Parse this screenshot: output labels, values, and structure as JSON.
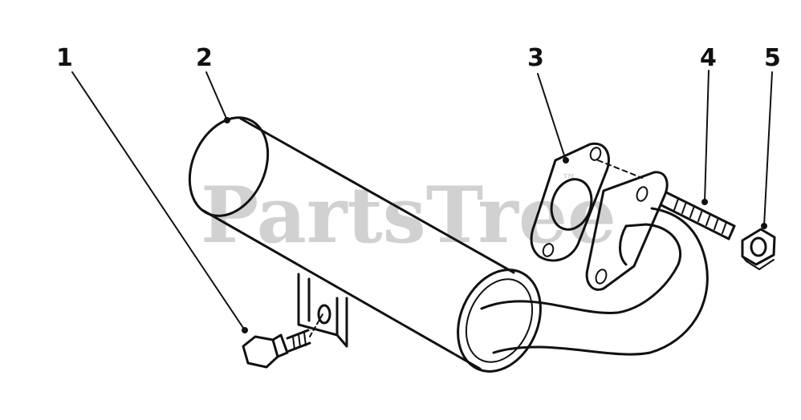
{
  "diagram": {
    "callouts": [
      {
        "id": "1",
        "label": "1"
      },
      {
        "id": "2",
        "label": "2"
      },
      {
        "id": "3",
        "label": "3"
      },
      {
        "id": "4",
        "label": "4"
      },
      {
        "id": "5",
        "label": "5"
      }
    ]
  },
  "watermark": {
    "text": "PartsTree",
    "mark": "™"
  },
  "colors": {
    "ink": "#111111",
    "watermark": "#c9c9c9",
    "background": "#ffffff"
  }
}
